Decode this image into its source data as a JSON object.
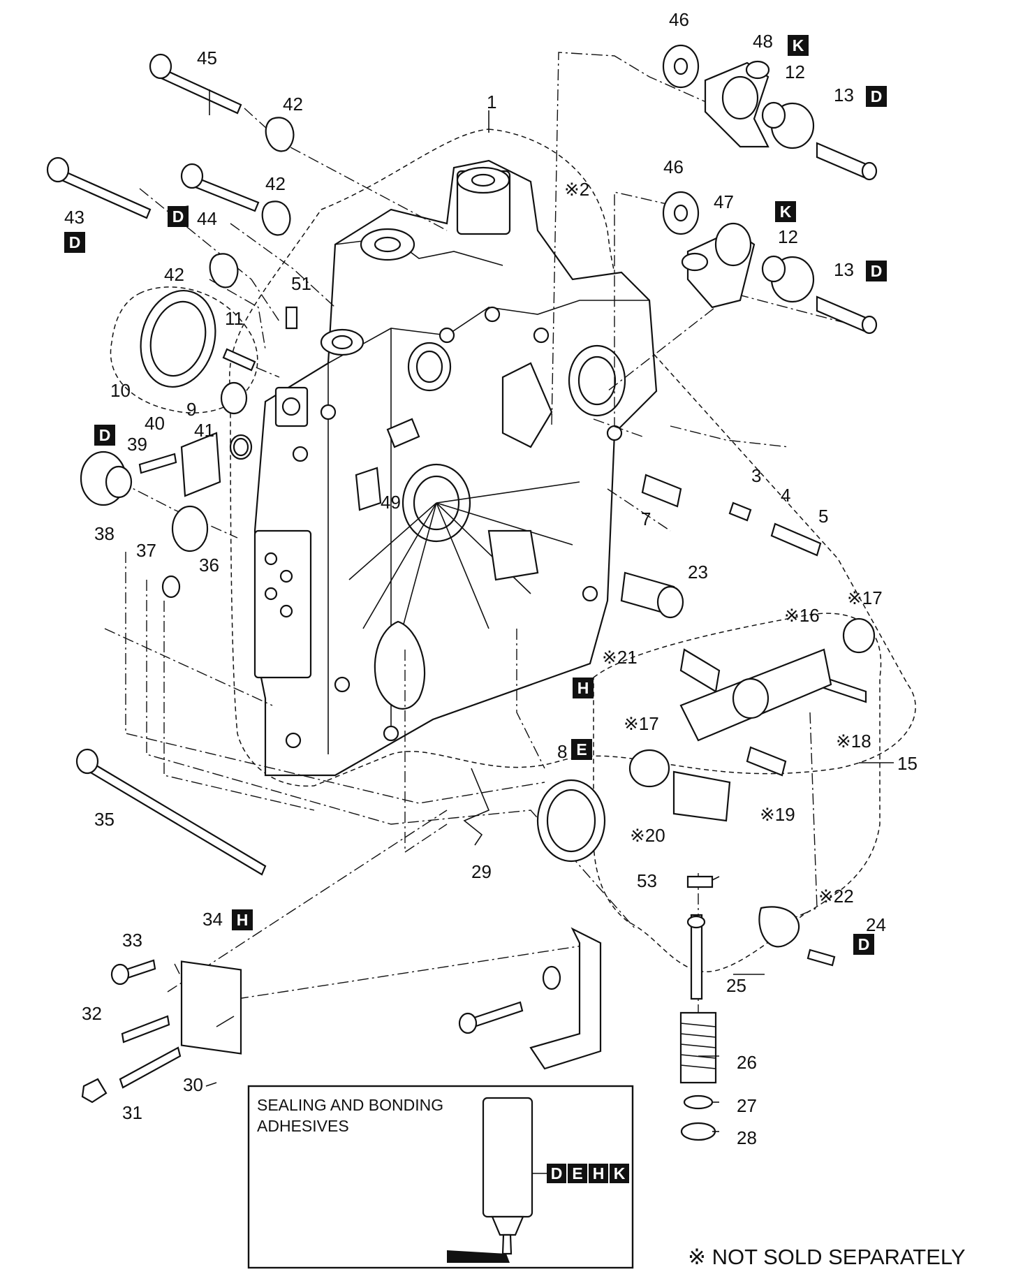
{
  "callouts": [
    {
      "id": "c1",
      "text": "1"
    },
    {
      "id": "c2",
      "text": "※2"
    },
    {
      "id": "c3",
      "text": "3"
    },
    {
      "id": "c4",
      "text": "4"
    },
    {
      "id": "c5",
      "text": "5"
    },
    {
      "id": "c7",
      "text": "7"
    },
    {
      "id": "c8",
      "text": "8"
    },
    {
      "id": "c9",
      "text": "9"
    },
    {
      "id": "c10",
      "text": "10"
    },
    {
      "id": "c11",
      "text": "11"
    },
    {
      "id": "c12a",
      "text": "12"
    },
    {
      "id": "c12b",
      "text": "12"
    },
    {
      "id": "c13a",
      "text": "13"
    },
    {
      "id": "c13b",
      "text": "13"
    },
    {
      "id": "c15",
      "text": "15"
    },
    {
      "id": "c16",
      "text": "※16"
    },
    {
      "id": "c17a",
      "text": "※17"
    },
    {
      "id": "c17b",
      "text": "※17"
    },
    {
      "id": "c18",
      "text": "※18"
    },
    {
      "id": "c19",
      "text": "※19"
    },
    {
      "id": "c20",
      "text": "※20"
    },
    {
      "id": "c21",
      "text": "※21"
    },
    {
      "id": "c22",
      "text": "※22"
    },
    {
      "id": "c23",
      "text": "23"
    },
    {
      "id": "c24",
      "text": "24"
    },
    {
      "id": "c25",
      "text": "25"
    },
    {
      "id": "c26",
      "text": "26"
    },
    {
      "id": "c27",
      "text": "27"
    },
    {
      "id": "c28",
      "text": "28"
    },
    {
      "id": "c29",
      "text": "29"
    },
    {
      "id": "c30",
      "text": "30"
    },
    {
      "id": "c31",
      "text": "31"
    },
    {
      "id": "c32",
      "text": "32"
    },
    {
      "id": "c33",
      "text": "33"
    },
    {
      "id": "c34",
      "text": "34"
    },
    {
      "id": "c35",
      "text": "35"
    },
    {
      "id": "c36",
      "text": "36"
    },
    {
      "id": "c37",
      "text": "37"
    },
    {
      "id": "c38",
      "text": "38"
    },
    {
      "id": "c39",
      "text": "39"
    },
    {
      "id": "c40",
      "text": "40"
    },
    {
      "id": "c41",
      "text": "41"
    },
    {
      "id": "c42a",
      "text": "42"
    },
    {
      "id": "c42b",
      "text": "42"
    },
    {
      "id": "c42c",
      "text": "42"
    },
    {
      "id": "c43",
      "text": "43"
    },
    {
      "id": "c44",
      "text": "44"
    },
    {
      "id": "c45",
      "text": "45"
    },
    {
      "id": "c46a",
      "text": "46"
    },
    {
      "id": "c46b",
      "text": "46"
    },
    {
      "id": "c47",
      "text": "47"
    },
    {
      "id": "c48",
      "text": "48"
    },
    {
      "id": "c49",
      "text": "49"
    },
    {
      "id": "c51",
      "text": "51"
    },
    {
      "id": "c53",
      "text": "53"
    }
  ],
  "badges": [
    {
      "id": "b13a",
      "text": "D"
    },
    {
      "id": "b13b",
      "text": "D"
    },
    {
      "id": "bKa",
      "text": "K"
    },
    {
      "id": "bKb",
      "text": "K"
    },
    {
      "id": "b43",
      "text": "D"
    },
    {
      "id": "b44",
      "text": "D"
    },
    {
      "id": "b38",
      "text": "D"
    },
    {
      "id": "b8",
      "text": "E"
    },
    {
      "id": "bH1",
      "text": "H"
    },
    {
      "id": "b34",
      "text": "H"
    },
    {
      "id": "b24",
      "text": "D"
    }
  ],
  "legend": {
    "title_line1": "SEALING AND BONDING",
    "title_line2": "ADHESIVES",
    "codes": [
      "D",
      "E",
      "H",
      "K"
    ]
  },
  "footnote": "※ NOT SOLD SEPARATELY"
}
